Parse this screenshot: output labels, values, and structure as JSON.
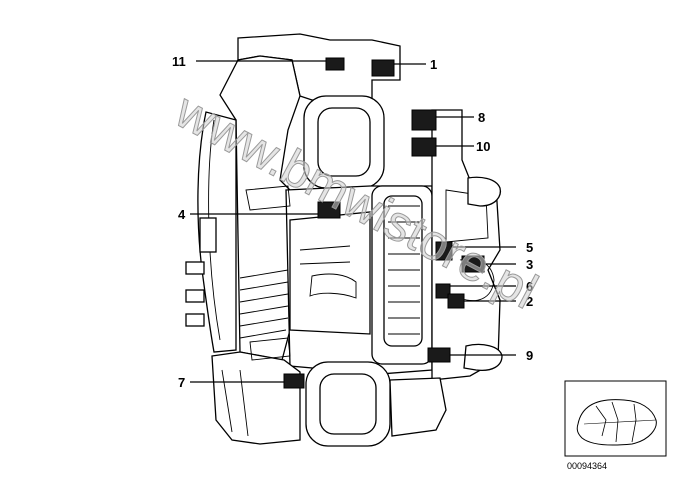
{
  "watermark": "www.bmwistore.pl",
  "reference_number": "00094364",
  "callouts": [
    {
      "id": "c1",
      "label": "1"
    },
    {
      "id": "c2",
      "label": "2"
    },
    {
      "id": "c3",
      "label": "3"
    },
    {
      "id": "c4",
      "label": "4"
    },
    {
      "id": "c5",
      "label": "5"
    },
    {
      "id": "c6",
      "label": "6"
    },
    {
      "id": "c7",
      "label": "7"
    },
    {
      "id": "c8",
      "label": "8"
    },
    {
      "id": "c9",
      "label": "9"
    },
    {
      "id": "c10",
      "label": "10"
    },
    {
      "id": "c11",
      "label": "11"
    }
  ]
}
